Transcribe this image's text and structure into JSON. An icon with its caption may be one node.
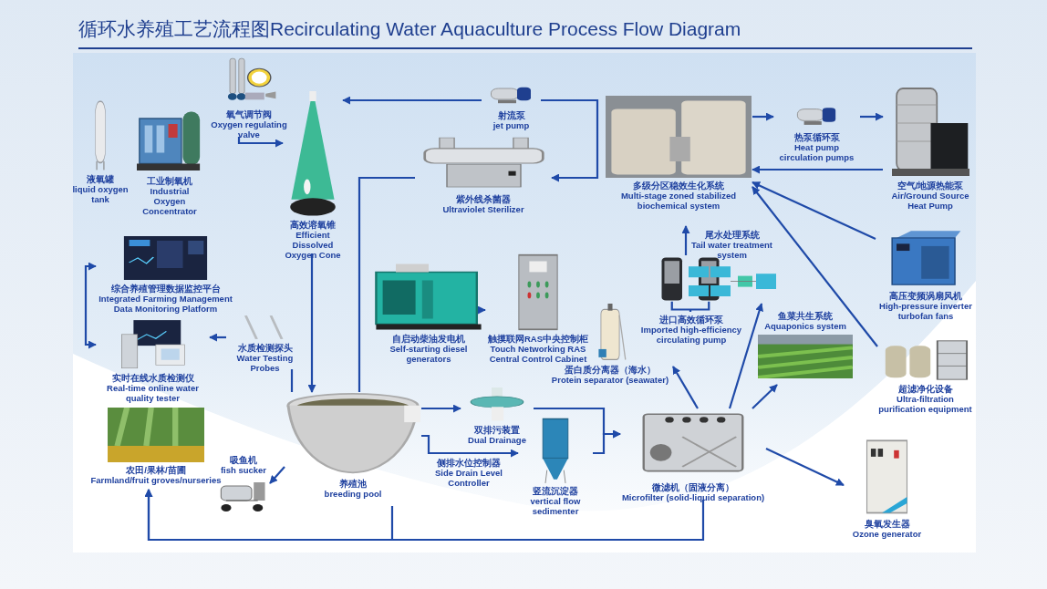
{
  "diagram": {
    "title": "循环水养殖工艺流程图Recirculating Water Aquaculture Process Flow Diagram",
    "nodes": [
      {
        "text": [
          "液氧罐",
          "liquid oxygen tank"
        ]
      },
      {
        "text": [
          "工业制氧机",
          "Industrial Oxygen Concentrator"
        ]
      },
      {
        "text": [
          "氧气调节阀",
          "Oxygen regulating valve"
        ]
      },
      {
        "text": [
          "高效溶氧锥",
          "Efficient Dissolved Oxygen Cone"
        ]
      },
      {
        "text": [
          "射流泵",
          "jet pump"
        ]
      },
      {
        "text": [
          "紫外线杀菌器",
          "Ultraviolet Sterilizer"
        ]
      },
      {
        "text": [
          "多级分区稳效生化系统",
          "Multi-stage zoned stabilized biochemical system"
        ]
      },
      {
        "text": [
          "热泵循环泵",
          "Heat pump circulation pumps"
        ]
      },
      {
        "text": [
          "空气/地源热能泵",
          "Air/Ground Source Heat Pump"
        ]
      },
      {
        "text": [
          "综合养殖管理数据监控平台",
          "Integrated Farming Management Data Monitoring Platform"
        ]
      },
      {
        "text": [
          "实时在线水质检测仪",
          "Real-time online water quality tester"
        ]
      },
      {
        "text": [
          "水质检测探头",
          "Water Testing Probes"
        ]
      },
      {
        "text": [
          "自启动柴油发电机",
          "Self-starting diesel generators"
        ]
      },
      {
        "text": [
          "触摸联网RAS中央控制柜",
          "Touch Networking RAS Central Control Cabinet"
        ]
      },
      {
        "text": [
          "进口高效循环泵",
          "Imported high-efficiency circulating pump"
        ]
      },
      {
        "text": [
          "尾水处理系统",
          "Tail water treatment system"
        ]
      },
      {
        "text": [
          "高压变频涡扇风机",
          "High-pressure inverter turbofan fans"
        ]
      },
      {
        "text": [
          "鱼菜共生系统",
          "Aquaponics system"
        ]
      },
      {
        "text": [
          "超滤净化设备",
          "Ultra-filtration purification equipment"
        ]
      },
      {
        "text": [
          "蛋白质分离器（海水）",
          "Protein separator (seawater)"
        ]
      },
      {
        "text": [
          "养殖池",
          "breeding pool"
        ]
      },
      {
        "text": [
          "农田/果林/苗圃",
          "Farmland/fruit groves/nurseries"
        ]
      },
      {
        "text": [
          "吸鱼机",
          "fish sucker"
        ]
      },
      {
        "text": [
          "双排污装置",
          "Dual Drainage"
        ]
      },
      {
        "text": [
          "竖流沉淀器",
          "vertical flow sedimenter"
        ]
      },
      {
        "text": [
          "微滤机（固液分离）",
          "Microfilter (solid-liquid separation)"
        ]
      },
      {
        "text": [
          "臭氧发生器",
          "Ozone generator"
        ]
      }
    ],
    "edges": [
      {
        "from": 2,
        "to": 3,
        "arrow": "to"
      },
      {
        "from": 4,
        "to": 3,
        "arrow": "to"
      },
      {
        "from": 4,
        "to": 5,
        "arrow": "to"
      },
      {
        "from": 5,
        "to": 20,
        "arrow": "none"
      },
      {
        "from": 3,
        "to": 20,
        "arrow": "to"
      },
      {
        "from": 6,
        "to": 7,
        "arrow": "to"
      },
      {
        "from": 7,
        "to": 8,
        "arrow": "to"
      },
      {
        "from": 8,
        "to": 6,
        "arrow": "to"
      },
      {
        "from": 16,
        "to": 6,
        "arrow": "to"
      },
      {
        "from": 18,
        "to": 6,
        "arrow": "to"
      },
      {
        "from": 14,
        "to": 6,
        "arrow": "to"
      },
      {
        "from": 25,
        "to": 15,
        "arrow": "to"
      },
      {
        "from": 25,
        "to": 17,
        "arrow": "to"
      },
      {
        "from": 25,
        "to": 19,
        "arrow": "to"
      },
      {
        "from": 25,
        "to": 26,
        "arrow": "to"
      },
      {
        "from": 25,
        "to": 21,
        "arrow": "to"
      },
      {
        "from": 20,
        "to": 21,
        "arrow": "to"
      },
      {
        "from": 20,
        "to": 22,
        "arrow": "to"
      },
      {
        "from": 20,
        "to": 11,
        "arrow": "none"
      },
      {
        "from": 11,
        "to": 10,
        "arrow": "to"
      },
      {
        "from": 9,
        "to": 10,
        "arrow": "both"
      },
      {
        "from": 12,
        "to": 13,
        "arrow": "to"
      },
      {
        "from": 20,
        "to": 23,
        "arrow": "to"
      },
      {
        "from": 23,
        "to": 25,
        "arrow": "to"
      },
      {
        "from": 20,
        "to": 24,
        "arrow": "to",
        "label": "侧排水位控制器 Side Drain Level Controller"
      },
      {
        "from": 24,
        "to": 25,
        "arrow": "to"
      }
    ]
  }
}
